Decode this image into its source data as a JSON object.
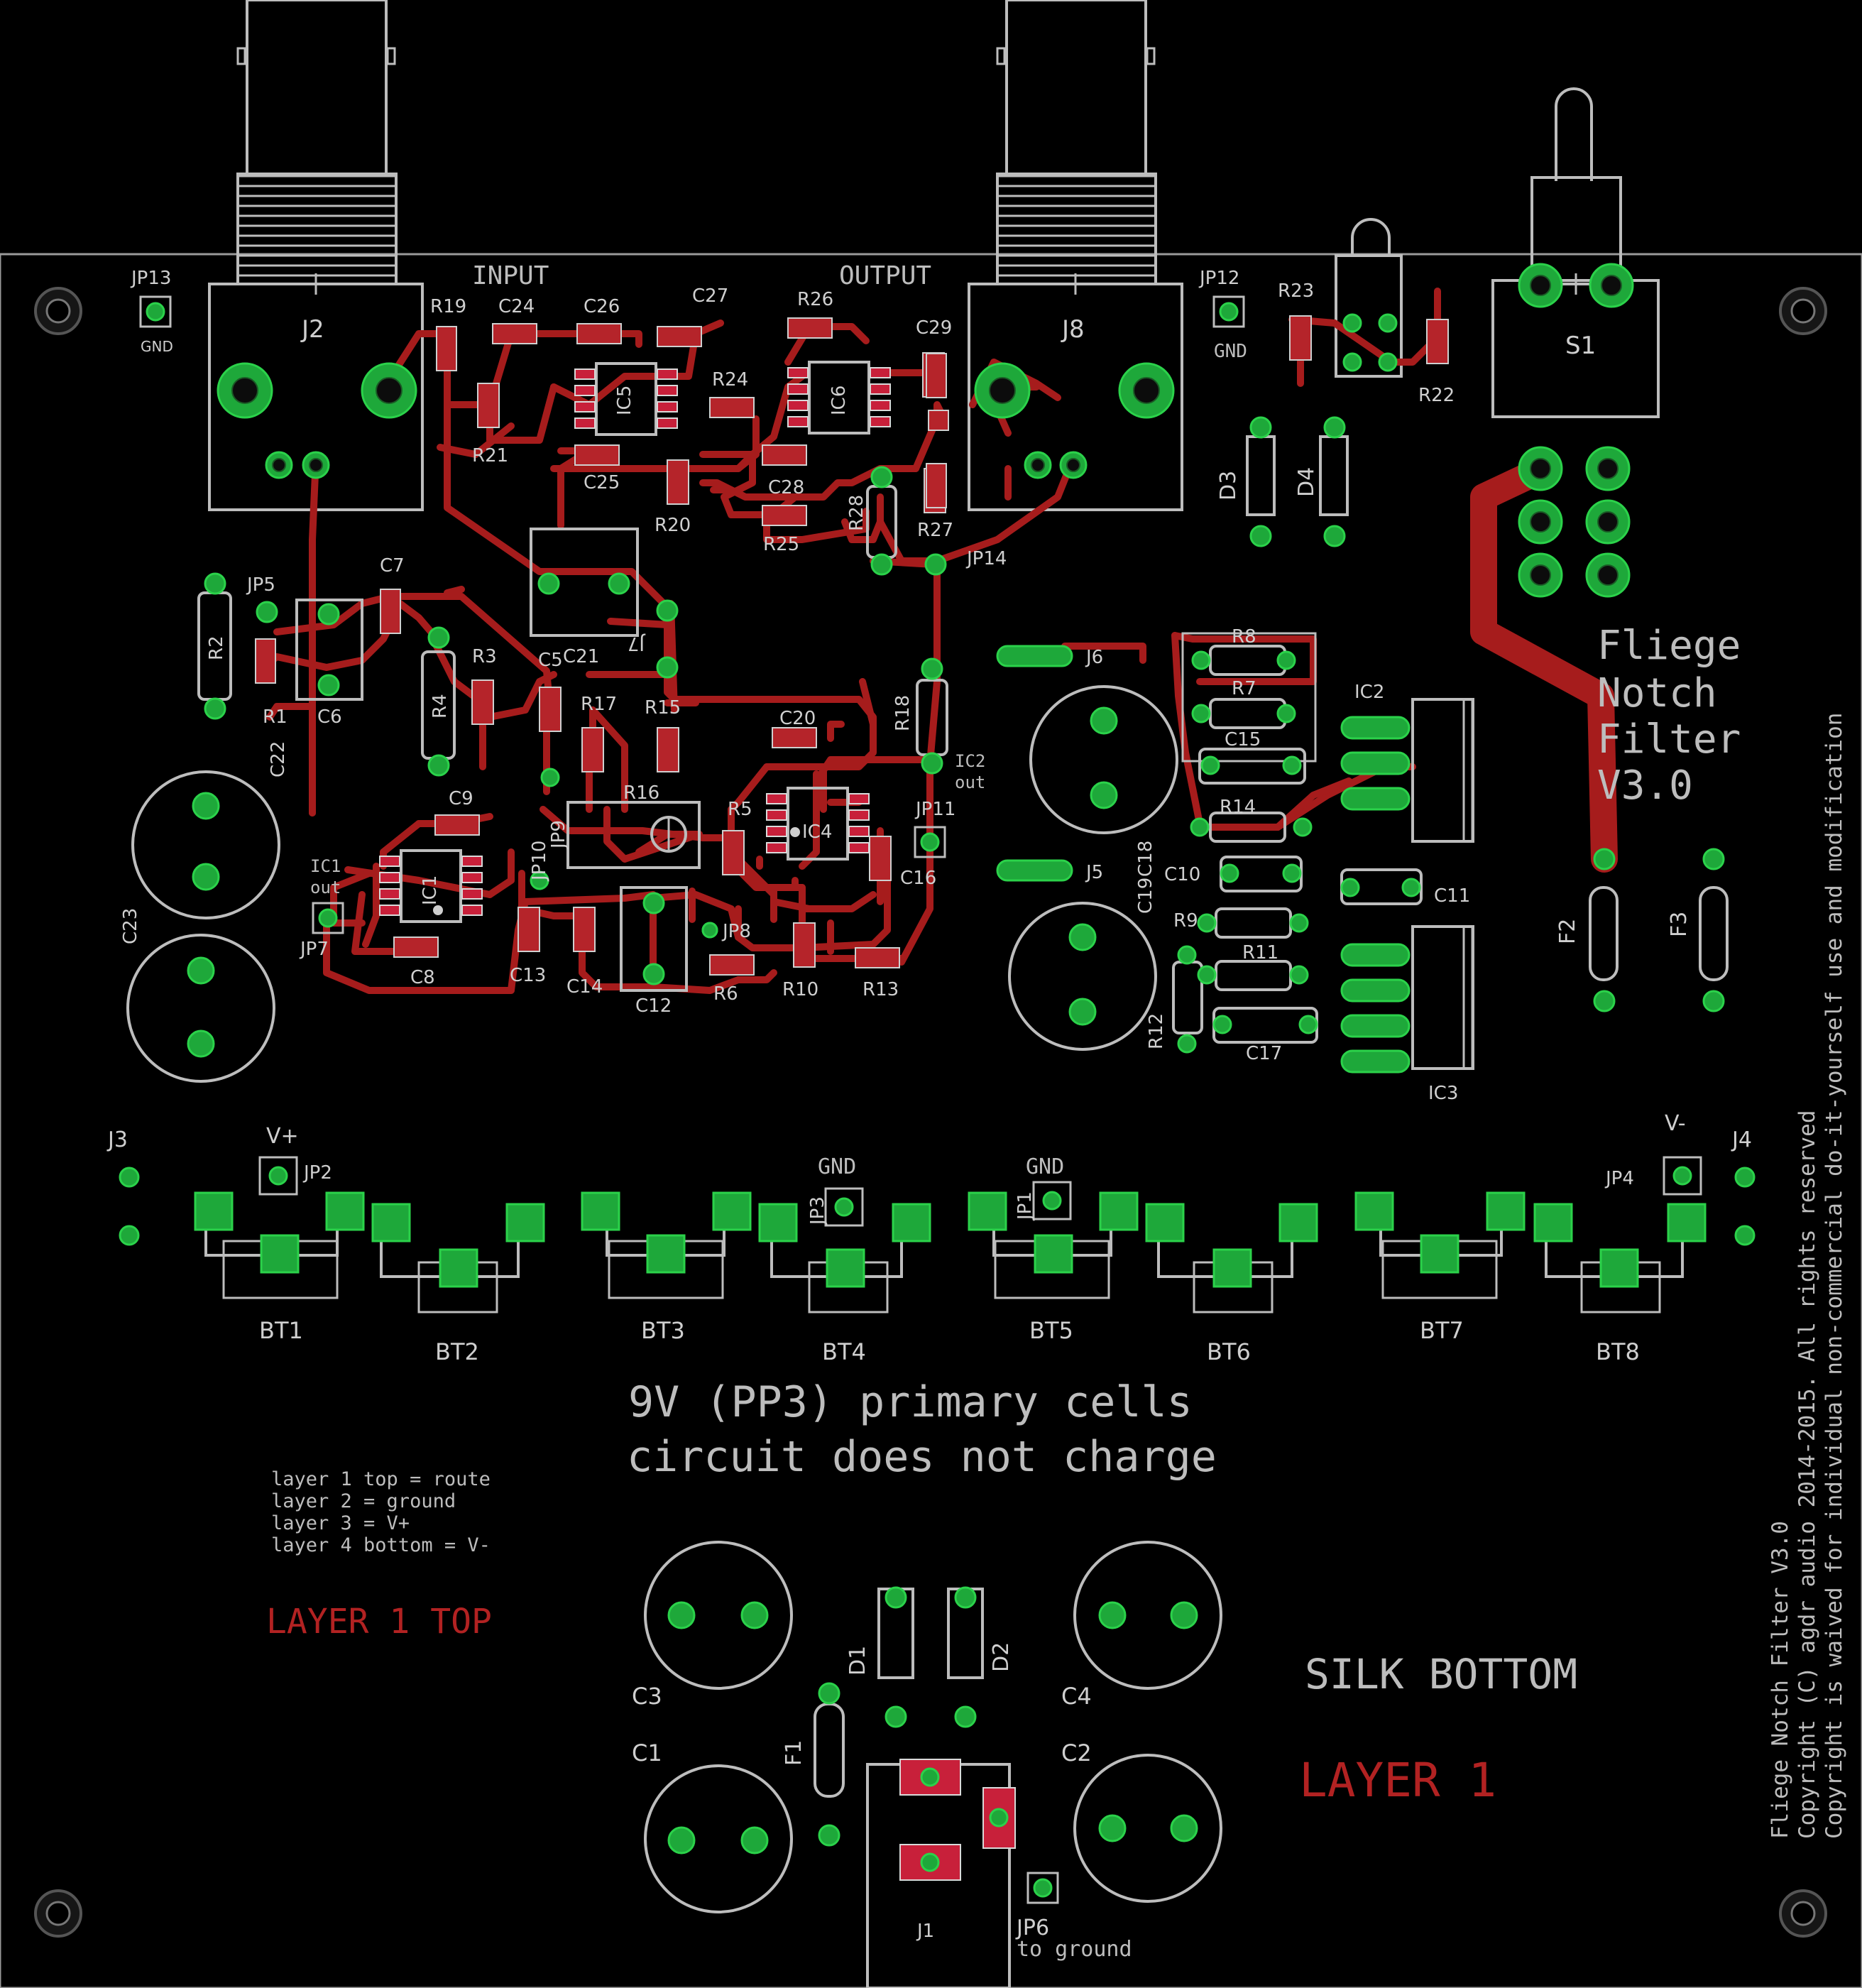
{
  "connectors": {
    "input_label": "INPUT",
    "output_label": "OUTPUT",
    "j2": "J2",
    "j8": "J8",
    "s1": "S1",
    "j1": "J1",
    "j3": "J3",
    "j4": "J4",
    "j5": "J5",
    "j6": "J6",
    "j7": "J7"
  },
  "jumpers": {
    "jp1": "JP1",
    "jp2": "JP2",
    "jp3": "JP3",
    "jp4": "JP4",
    "jp5": "JP5",
    "jp6": "JP6",
    "jp7": "JP7",
    "jp8": "JP8",
    "jp9": "JP9",
    "jp10": "JP10",
    "jp11": "JP11",
    "jp12": "JP12",
    "jp13": "JP13",
    "jp14": "JP14",
    "gnd": "GND",
    "vplus": "V+",
    "vminus": "V-",
    "ic1_out_a": "IC1",
    "ic1_out_b": "out",
    "ic2_out_a": "IC2",
    "ic2_out_b": "out",
    "to_ground": "to ground"
  },
  "ics": {
    "ic1": "IC1",
    "ic2": "IC2",
    "ic3": "IC3",
    "ic4": "IC4",
    "ic5": "IC5",
    "ic6": "IC6"
  },
  "resistors": {
    "r1": "R1",
    "r2": "R2",
    "r3": "R3",
    "r4": "R4",
    "r5": "R5",
    "r6": "R6",
    "r7": "R7",
    "r8": "R8",
    "r9": "R9",
    "r10": "R10",
    "r11": "R11",
    "r12": "R12",
    "r13": "R13",
    "r14": "R14",
    "r15": "R15",
    "r16": "R16",
    "r17": "R17",
    "r18": "R18",
    "r19": "R19",
    "r20": "R20",
    "r21": "R21",
    "r22": "R22",
    "r23": "R23",
    "r24": "R24",
    "r25": "R25",
    "r26": "R26",
    "r27": "R27",
    "r28": "R28"
  },
  "capacitors": {
    "c1": "C1",
    "c2": "C2",
    "c3": "C3",
    "c4": "C4",
    "c5": "C5",
    "c6": "C6",
    "c7": "C7",
    "c8": "C8",
    "c9": "C9",
    "c10": "C10",
    "c11": "C11",
    "c12": "C12",
    "c13": "C13",
    "c14": "C14",
    "c15": "C15",
    "c16": "C16",
    "c17": "C17",
    "c18": "C18",
    "c19": "C19",
    "c20": "C20",
    "c21": "C21",
    "c22": "C22",
    "c23": "C23",
    "c24": "C24",
    "c25": "C25",
    "c26": "C26",
    "c27": "C27",
    "c28": "C28",
    "c29": "C29"
  },
  "misc_parts": {
    "d1": "D1",
    "d2": "D2",
    "d3": "D3",
    "d4": "D4",
    "f1": "F1",
    "f2": "F2",
    "f3": "F3"
  },
  "batteries": [
    "BT1",
    "BT2",
    "BT3",
    "BT4",
    "BT5",
    "BT6",
    "BT7",
    "BT8"
  ],
  "title_block": {
    "line1": "Fliege",
    "line2": "Notch",
    "line3": "Filter",
    "line4": "V3.0"
  },
  "notes": {
    "cells_line1": "9V (PP3) primary cells",
    "cells_line2": "circuit does not charge",
    "layer_note1": "layer 1 top = route",
    "layer_note2": "layer 2 = ground",
    "layer_note3": "layer 3 = V+",
    "layer_note4": "layer 4 bottom = V-",
    "layer1_top": "LAYER 1 TOP",
    "silk_bottom": "SILK BOTTOM",
    "layer1": "LAYER 1"
  },
  "copyright": {
    "line1": "Fliege Notch Filter V3.0",
    "line2": "Copyright (C) agdr audio 2014-2015. All rights reserved",
    "line3": "Copyright is waived for individual non-commercial do-it-yourself use and modification"
  },
  "colors": {
    "background": "#000000",
    "silkscreen": "#bdbdbd",
    "copper_top": "#a61c1c",
    "pads": "#1ea83a",
    "label_red": "#b22222"
  }
}
